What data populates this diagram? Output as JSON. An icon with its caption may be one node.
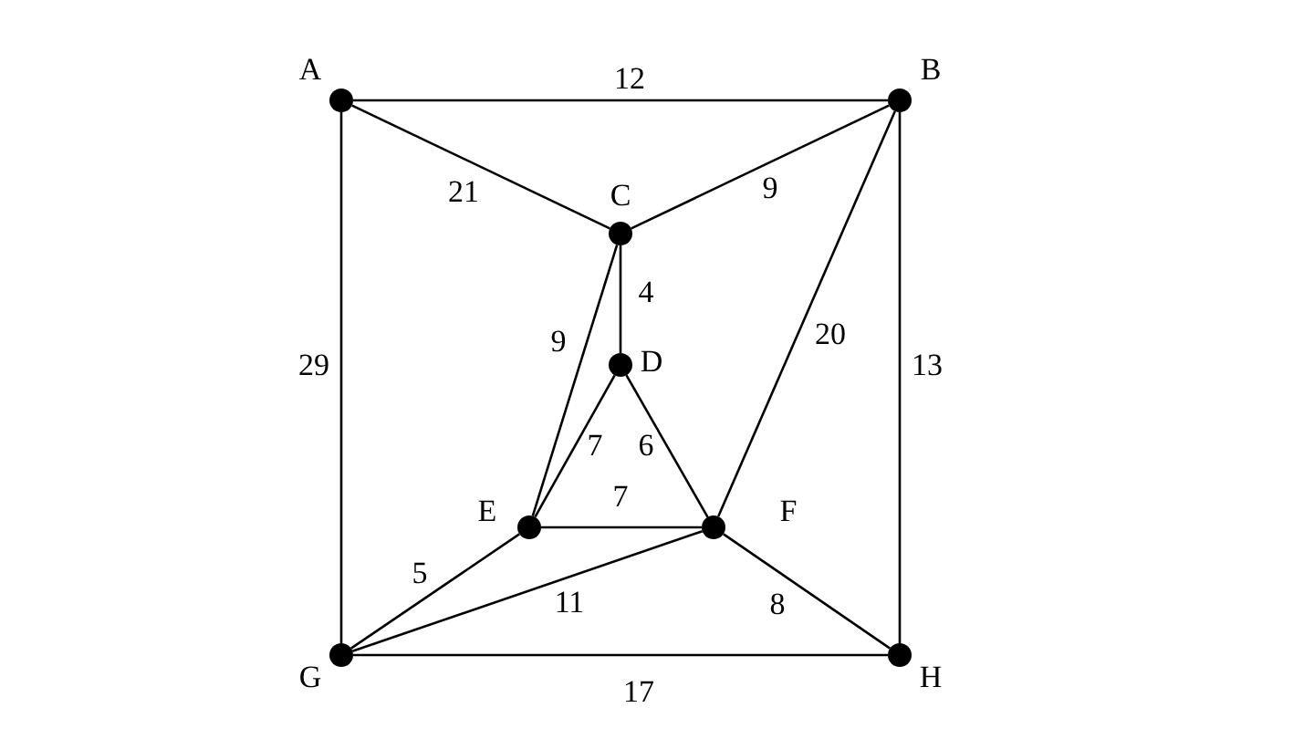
{
  "diagram": {
    "nodes": [
      {
        "text": [],
        "shape": "circle",
        "beside": [
          "A"
        ]
      },
      {
        "text": [],
        "shape": "circle",
        "beside": [
          "B"
        ]
      },
      {
        "text": [],
        "shape": "circle",
        "beside": [
          "C"
        ]
      },
      {
        "text": [],
        "shape": "circle",
        "beside": [
          "D"
        ]
      },
      {
        "text": [],
        "shape": "circle",
        "beside": [
          "E"
        ]
      },
      {
        "text": [],
        "shape": "circle",
        "beside": [
          "F"
        ]
      },
      {
        "text": [],
        "shape": "circle",
        "beside": [
          "G"
        ]
      },
      {
        "text": [],
        "shape": "circle",
        "beside": [
          "H"
        ]
      }
    ],
    "edges": [
      {
        "from": 0,
        "to": 1,
        "arrow": "none",
        "label": "12"
      },
      {
        "from": 0,
        "to": 2,
        "arrow": "none",
        "label": "21"
      },
      {
        "from": 2,
        "to": 1,
        "arrow": "none",
        "label": "9"
      },
      {
        "from": 0,
        "to": 6,
        "arrow": "none",
        "label": "29"
      },
      {
        "from": 1,
        "to": 7,
        "arrow": "none",
        "label": "13"
      },
      {
        "from": 1,
        "to": 5,
        "arrow": "none",
        "label": "20"
      },
      {
        "from": 2,
        "to": 3,
        "arrow": "none",
        "label": "4"
      },
      {
        "from": 2,
        "to": 4,
        "arrow": "none",
        "label": "9"
      },
      {
        "from": 3,
        "to": 4,
        "arrow": "none",
        "label": "7"
      },
      {
        "from": 3,
        "to": 5,
        "arrow": "none",
        "label": "6"
      },
      {
        "from": 4,
        "to": 5,
        "arrow": "none",
        "label": "7"
      },
      {
        "from": 4,
        "to": 6,
        "arrow": "none",
        "label": "5"
      },
      {
        "from": 6,
        "to": 5,
        "arrow": "none",
        "label": "11"
      },
      {
        "from": 5,
        "to": 7,
        "arrow": "none",
        "label": "8"
      },
      {
        "from": 6,
        "to": 7,
        "arrow": "none",
        "label": "17"
      }
    ]
  }
}
